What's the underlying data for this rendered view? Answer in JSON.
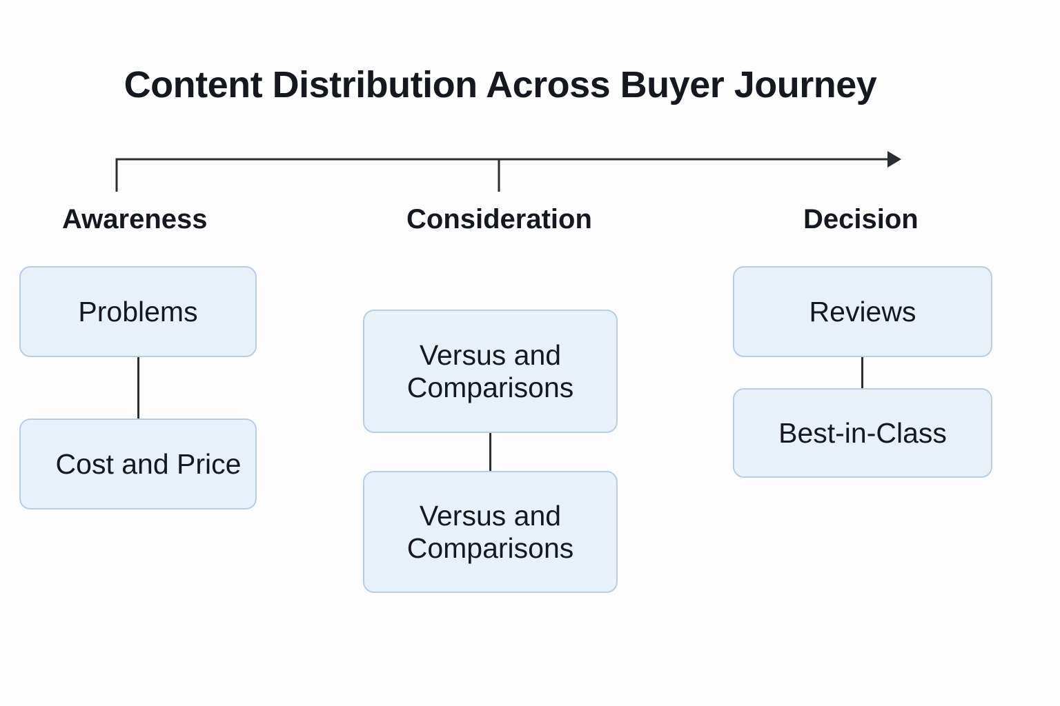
{
  "title": "Content Distribution Across Buyer Journey",
  "colors": {
    "box_fill": "#e8f0fa",
    "box_border": "#b9cde0",
    "line": "#2a2d31",
    "text": "#15191f"
  },
  "stages": [
    {
      "label": "Awareness",
      "items": [
        "Problems",
        "Cost and Price"
      ]
    },
    {
      "label": "Consideration",
      "items": [
        "Versus and Comparisons",
        "Versus and Comparisons"
      ]
    },
    {
      "label": "Decision",
      "items": [
        "Reviews",
        "Best-in-Class"
      ]
    }
  ]
}
